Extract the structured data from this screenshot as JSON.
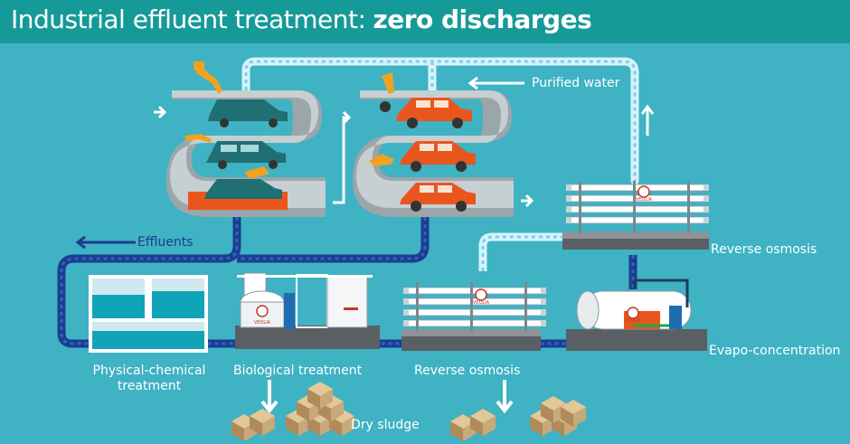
{
  "title": {
    "light": "Industrial effluent treatment:",
    "bold": "zero discharges"
  },
  "labels": {
    "purified_water": "Purified water",
    "effluents": "Effluents",
    "reverse_osmosis_top": "Reverse osmosis",
    "physical_chemical_1": "Physical-chemical",
    "physical_chemical_2": "treatment",
    "biological": "Biological treatment",
    "reverse_osmosis_bottom": "Reverse osmosis",
    "evapo": "Evapo-concentration",
    "dry_sludge": "Dry sludge"
  },
  "brand": "VEOLIA",
  "colors": {
    "background": "#3fb2c4",
    "header": "#169a98",
    "effluent_pipe": "#1c3d8f",
    "purified_pipe": "#bfeaf6",
    "car_orange": "#e8561e",
    "car_teal": "#1f6f73",
    "robot": "#f0a31e",
    "sludge": "#c9a97a"
  }
}
